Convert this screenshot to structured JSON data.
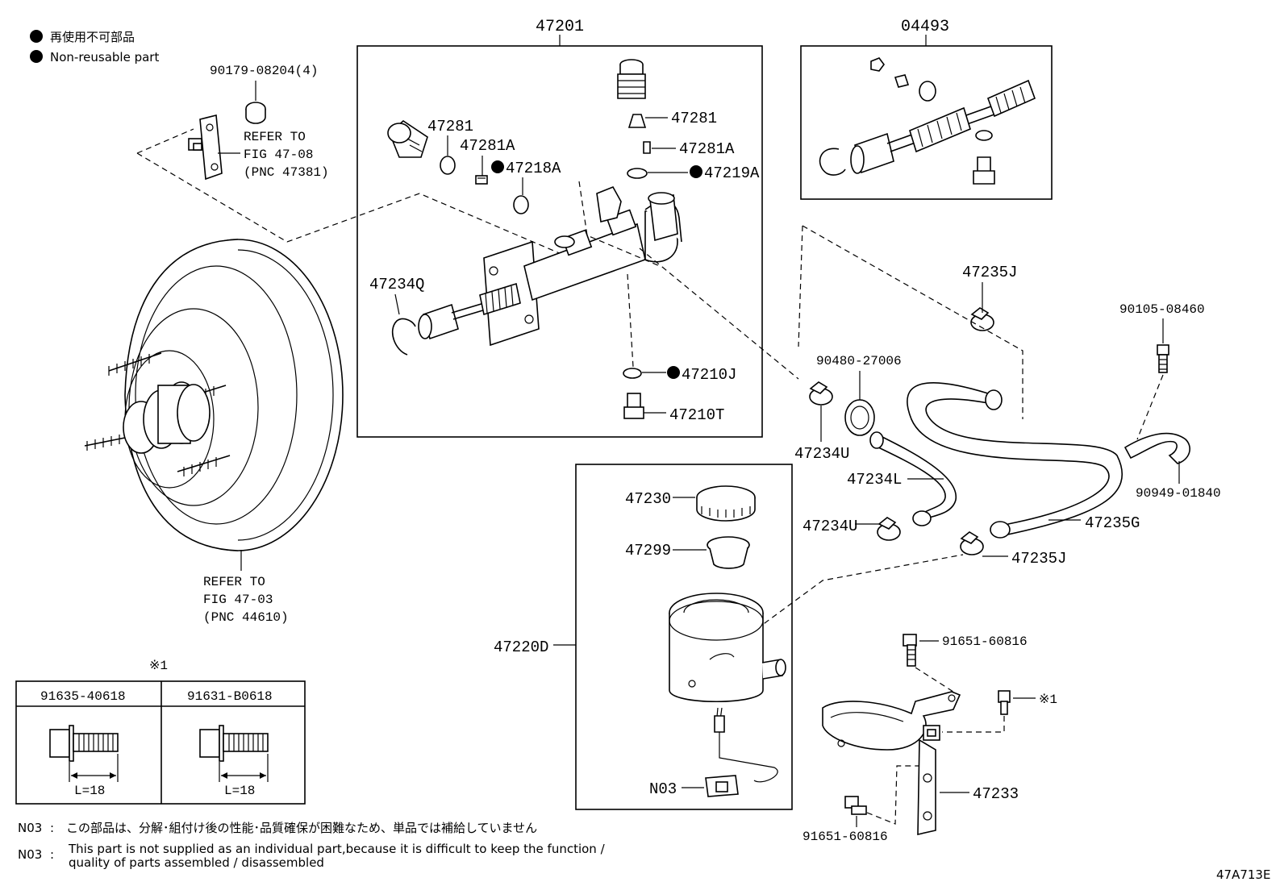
{
  "legend": {
    "jp": "再使用不可部品",
    "en": "Non-reusable part"
  },
  "callouts": {
    "c47201": "47201",
    "c04493": "04493",
    "c90179": "90179-08204(4)",
    "refer1": [
      "REFER TO",
      "FIG 47-08",
      "(PNC 47381)"
    ],
    "refer2": [
      "REFER TO",
      "FIG 47-03",
      "(PNC 44610)"
    ],
    "c47281_a": "47281",
    "c47281A_a": "47281A",
    "c47218A": "47218A",
    "c47281_b": "47281",
    "c47281A_b": "47281A",
    "c47219A": "47219A",
    "c47234Q": "47234Q",
    "c47210J": "47210J",
    "c47210T": "47210T",
    "c47235J_top": "47235J",
    "c90105": "90105-08460",
    "c90480": "90480-27006",
    "c47234U_top": "47234U",
    "c47234L": "47234L",
    "c47234U_bot": "47234U",
    "c47235G": "47235G",
    "c47235J_bot": "47235J",
    "c90949": "90949-01840",
    "c47230": "47230",
    "c47299": "47299",
    "c47220D": "47220D",
    "cN03": "N03",
    "c91651_top": "91651-60816",
    "c91651_bot": "91651-60816",
    "cStar1": "※1",
    "c47233": "47233"
  },
  "bolt_table": {
    "mark": "※1",
    "col1": "91635-40618",
    "col2": "91631-B0618",
    "len1": "L=18",
    "len2": "L=18"
  },
  "notes": {
    "n1_code": "N03",
    "n1_sep": ":",
    "n1_text": "この部品は、分解･組付け後の性能･品質確保が困難なため、単品では補給していません",
    "n2_code": "N03",
    "n2_sep": ":",
    "n2_text_1": "This part is not supplied as an individual part,because it is difficult to keep the function /",
    "n2_text_2": "quality of parts assembled / disassembled"
  },
  "figure_id": "47A713E"
}
